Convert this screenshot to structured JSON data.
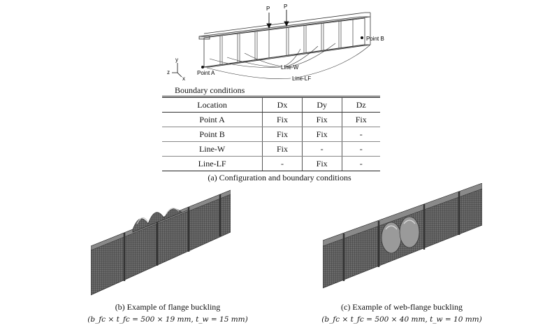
{
  "diagram": {
    "load_labels": [
      "P",
      "P"
    ],
    "point_a": "Point A",
    "point_b": "Point B",
    "line_w": "Line-W",
    "line_lf": "Line-LF",
    "axes": {
      "y": "y",
      "z": "z",
      "x": "x"
    }
  },
  "boundary_title": "Boundary conditions",
  "table": {
    "headers": [
      "Location",
      "Dx",
      "Dy",
      "Dz"
    ],
    "rows": [
      [
        "Point  A",
        "Fix",
        "Fix",
        "Fix"
      ],
      [
        "Point  B",
        "Fix",
        "Fix",
        "-"
      ],
      [
        "Line-W",
        "Fix",
        "-",
        "-"
      ],
      [
        "Line-LF",
        "-",
        "Fix",
        "-"
      ]
    ]
  },
  "caption_a": "(a) Configuration and boundary conditions",
  "caption_b": "(b) Example of flange buckling",
  "caption_b_sub": "(b_fc × t_fc = 500 × 19 mm,  t_w = 15 mm)",
  "caption_c": "(c) Example of web-flange buckling",
  "caption_c_sub": "(b_fc × t_fc = 500 × 40 mm,  t_w = 10 mm)"
}
